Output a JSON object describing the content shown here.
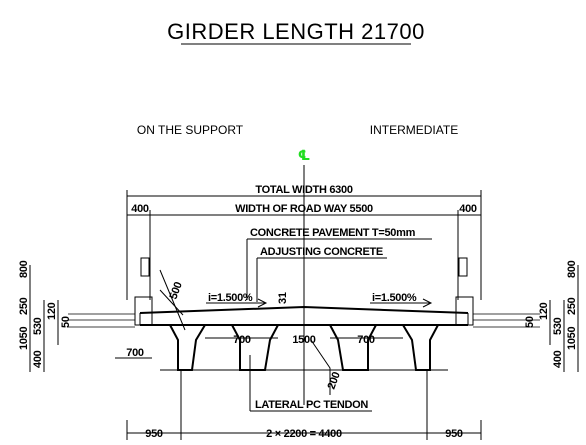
{
  "title": "GIRDER LENGTH 21700",
  "section_labels": {
    "left": "ON THE SUPPORT",
    "right": "INTERMEDIATE"
  },
  "centerline_symbol": "℄",
  "centerline_color": "#22dd22",
  "dimensions": {
    "total_width": "TOTAL WIDTH  6300",
    "road_way": "WIDTH OF ROAD WAY  5500",
    "kerb_left": "400",
    "kerb_right": "400",
    "pavement": "CONCRETE PAVEMENT  T=50mm",
    "adjusting": "ADJUSTING CONCRETE",
    "slope_left": "i=1.500%",
    "slope_right": "i=1.500%",
    "web_gap_left": "700",
    "web_gap_center": "1500",
    "web_gap_right": "700",
    "cantilever_left": "700",
    "haunch_left": "500",
    "haunch_center": "31",
    "web_depth": "200",
    "tendon": "LATERAL PC TENDON",
    "bottom_left": "950",
    "bottom_center": "2 × 2200 = 4400",
    "bottom_right": "950"
  },
  "vertical_dims_left": [
    "800",
    "250",
    "1050",
    "400",
    "530",
    "120",
    "50"
  ],
  "vertical_dims_right": [
    "800",
    "250",
    "1050",
    "400",
    "530",
    "120",
    "50"
  ]
}
